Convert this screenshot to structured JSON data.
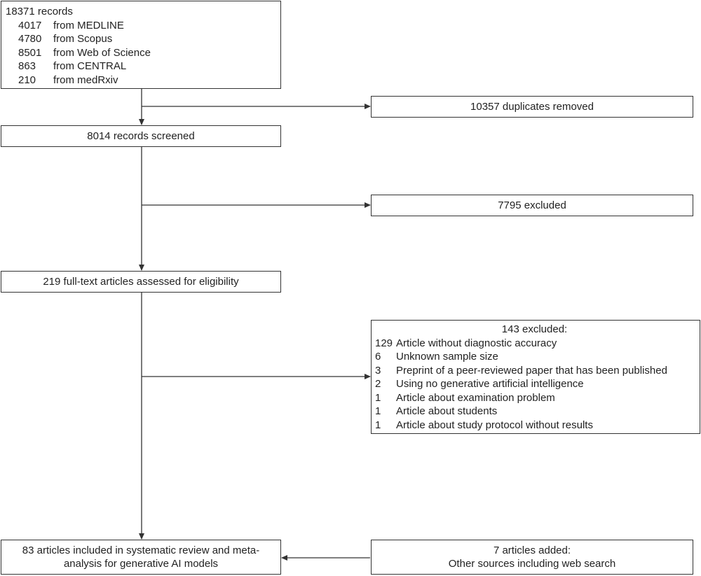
{
  "identification": {
    "total": "18371 records",
    "sources": [
      {
        "count": "4017",
        "label": "from MEDLINE"
      },
      {
        "count": "4780",
        "label": "from Scopus"
      },
      {
        "count": "8501",
        "label": "from Web of Science"
      },
      {
        "count": "863",
        "label": "from CENTRAL"
      },
      {
        "count": "210",
        "label": "from medRxiv"
      }
    ]
  },
  "duplicates": "10357 duplicates removed",
  "screened": "8014 records screened",
  "excluded_screening": "7795 excluded",
  "eligibility": "219 full-text articles assessed for eligibility",
  "excluded_fulltext": {
    "title": "143 excluded:",
    "reasons": [
      {
        "count": "129",
        "label": "Article without diagnostic accuracy"
      },
      {
        "count": "6",
        "label": "Unknown sample size"
      },
      {
        "count": "3",
        "label": "Preprint of a peer-reviewed paper that has been published"
      },
      {
        "count": "2",
        "label": "Using no generative artificial intelligence"
      },
      {
        "count": "1",
        "label": "Article about examination problem"
      },
      {
        "count": "1",
        "label": "Article about students"
      },
      {
        "count": "1",
        "label": "Article about study protocol without results"
      }
    ]
  },
  "included": {
    "line1": "83 articles included in systematic review and meta-",
    "line2": "analysis for generative AI models"
  },
  "added": {
    "line1": "7 articles added:",
    "line2": "Other sources including web search"
  }
}
